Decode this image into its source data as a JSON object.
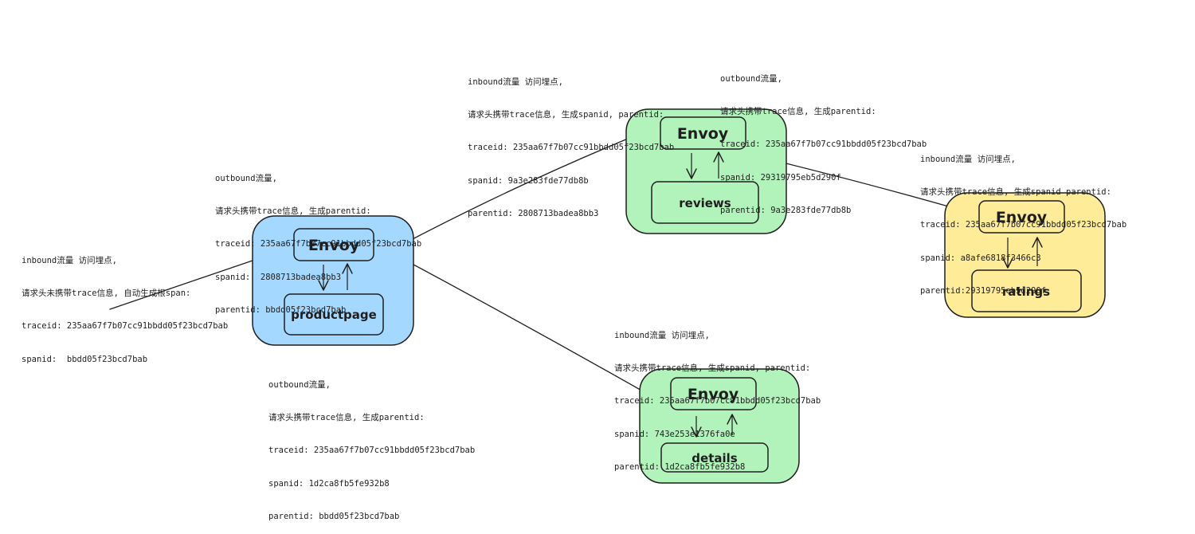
{
  "services": [
    {
      "id": "productpage",
      "label": "productpage",
      "proxy_label": "Envoy",
      "fill": "#a5d8ff"
    },
    {
      "id": "reviews",
      "label": "reviews",
      "proxy_label": "Envoy",
      "fill": "#b2f2bb"
    },
    {
      "id": "ratings",
      "label": "ratings",
      "proxy_label": "Envoy",
      "fill": "#ffec99"
    },
    {
      "id": "details",
      "label": "details",
      "proxy_label": "Envoy",
      "fill": "#b2f2bb"
    }
  ],
  "notes": {
    "productpage_inbound": [
      "inbound流量 访问埋点,",
      "请求头未携带trace信息, 自动生成根span:",
      "traceid: 235aa67f7b07cc91bbdd05f23bcd7bab",
      "spanid:  bbdd05f23bcd7bab"
    ],
    "productpage_outbound_reviews": [
      "outbound流量,",
      "请求头携带trace信息, 生成parentid:",
      "traceid: 235aa67f7b07cc91bbdd05f23bcd7bab",
      "spanid:  2808713badea8bb3",
      "parentid: bbdd05f23bcd7bab"
    ],
    "productpage_outbound_details": [
      "outbound流量,",
      "请求头携带trace信息, 生成parentid:",
      "traceid: 235aa67f7b07cc91bbdd05f23bcd7bab",
      "spanid: 1d2ca8fb5fe932b8",
      "parentid: bbdd05f23bcd7bab"
    ],
    "reviews_inbound": [
      "inbound流量 访问埋点,",
      "请求头携带trace信息, 生成spanid, parentid:",
      "traceid: 235aa67f7b07cc91bbdd05f23bcd7bab",
      "spanid: 9a3e283fde77db8b",
      "parentid: 2808713badea8bb3"
    ],
    "reviews_outbound": [
      "outbound流量,",
      "请求头携带trace信息, 生成parentid:",
      "traceid: 235aa67f7b07cc91bbdd05f23bcd7bab",
      "spanid: 29319795eb5d290f",
      "parentid: 9a3e283fde77db8b"
    ],
    "ratings_inbound": [
      "inbound流量 访问埋点,",
      "请求头携带trace信息, 生成spanid parentid:",
      "traceid: 235aa67f7b07cc91bbdd05f23bcd7bab",
      "spanid: a8afe6818f3466c3",
      "parentid:29319795eb5d290f"
    ],
    "details_inbound": [
      "inbound流量 访问埋点,",
      "请求头携带trace信息, 生成spanid, parentid:",
      "traceid: 235aa67f7b07cc91bbdd05f23bcd7bab",
      "spanid: 743e253e1376fa0e",
      "parentid: 1d2ca8fb5fe932b8"
    ]
  },
  "colors": {
    "stroke": "#1e1e1e",
    "productpage_fill": "#a5d8ff",
    "reviews_fill": "#b2f2bb",
    "details_fill": "#b2f2bb",
    "ratings_fill": "#ffec99"
  }
}
